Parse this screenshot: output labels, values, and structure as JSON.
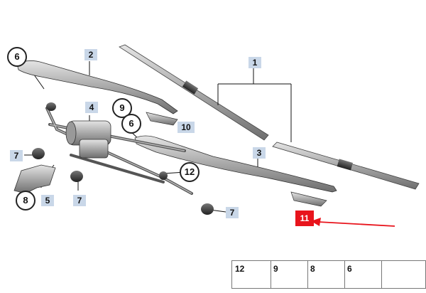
{
  "diagram": {
    "labels": [
      {
        "id": "l1",
        "text": "1"
      },
      {
        "id": "l2",
        "text": "2"
      },
      {
        "id": "l3",
        "text": "3"
      },
      {
        "id": "l4",
        "text": "4"
      },
      {
        "id": "l5",
        "text": "5"
      },
      {
        "id": "l7a",
        "text": "7"
      },
      {
        "id": "l7b",
        "text": "7"
      },
      {
        "id": "l7c",
        "text": "7"
      },
      {
        "id": "l10",
        "text": "10"
      },
      {
        "id": "l11",
        "text": "11"
      }
    ],
    "circled": [
      {
        "id": "c6a",
        "text": "6"
      },
      {
        "id": "c9",
        "text": "9"
      },
      {
        "id": "c6b",
        "text": "6"
      },
      {
        "id": "c12",
        "text": "12"
      },
      {
        "id": "c8",
        "text": "8"
      }
    ],
    "tray": [
      "12",
      "9",
      "8",
      "6"
    ],
    "highlight_color": "#e8141c",
    "label_color": "#c9d7e8"
  }
}
